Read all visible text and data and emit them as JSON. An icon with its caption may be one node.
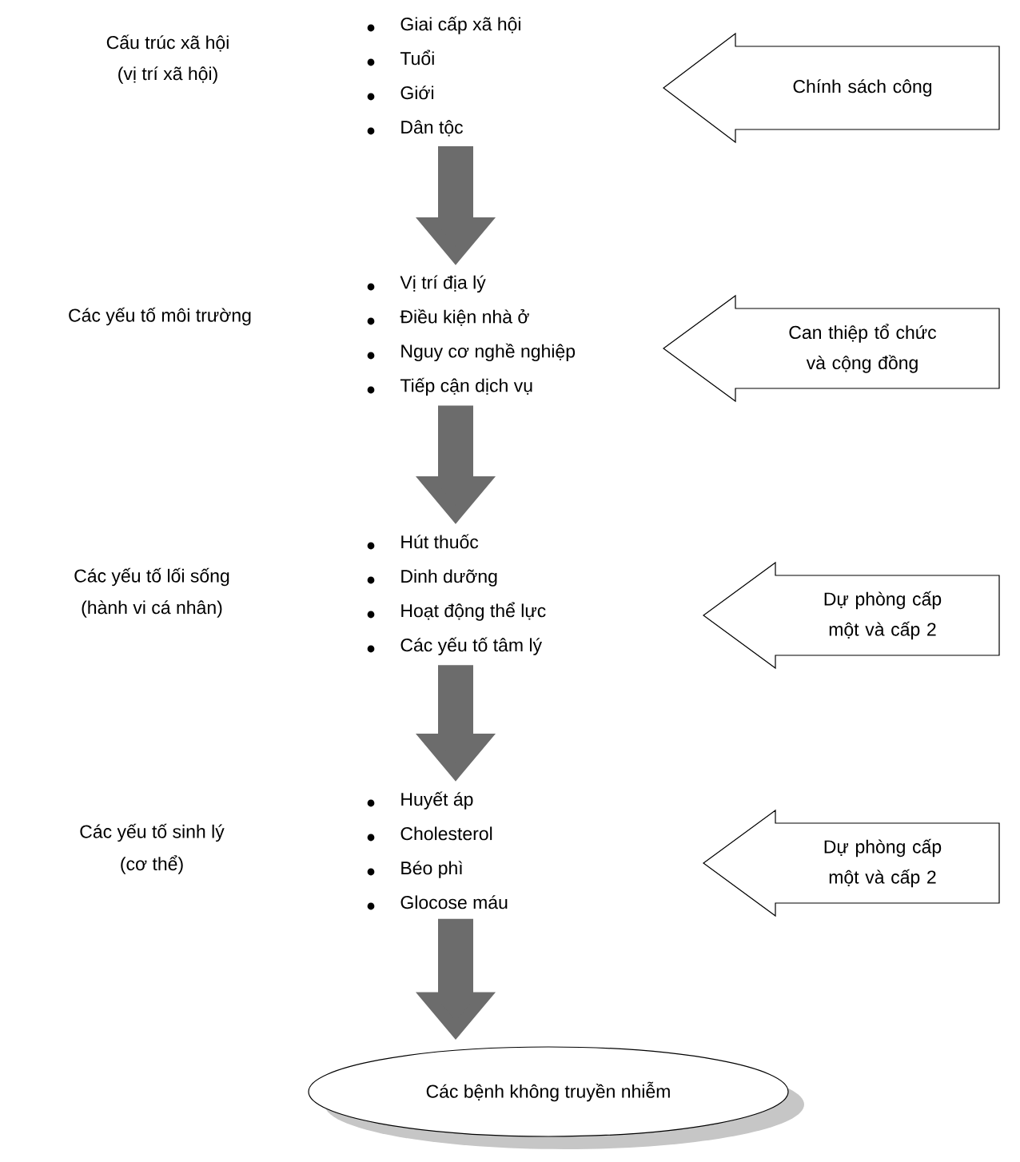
{
  "diagram": {
    "nodes": [
      {
        "text": [
          "Giai cấp xã hội",
          "Tuổi",
          "Giới",
          "Dân tộc"
        ]
      },
      {
        "text": [
          "Chính sách công"
        ]
      },
      {
        "text": [
          "Vị trí địa lý",
          "Điều kiện nhà ở",
          "Nguy cơ nghề nghiệp",
          "Tiếp cận dịch vụ"
        ]
      },
      {
        "text": [
          "Can thiệp tổ chức và cộng đồng"
        ]
      },
      {
        "text": [
          "Hút thuốc",
          "Dinh dưỡng",
          "Hoạt động thể lực",
          "Các yếu tố tâm lý"
        ]
      },
      {
        "text": [
          "Dự phòng cấp một và cấp 2"
        ]
      },
      {
        "text": [
          "Huyết áp",
          "Cholesterol",
          "Béo phì",
          "Glocose máu"
        ]
      },
      {
        "text": [
          "Dự phòng cấp một và cấp 2"
        ]
      },
      {
        "text": [
          "Các bệnh không truyền nhiễm"
        ]
      }
    ],
    "edges": [
      {
        "from": 0,
        "to": 2,
        "arrow": "to"
      },
      {
        "from": 2,
        "to": 4,
        "arrow": "to"
      },
      {
        "from": 4,
        "to": 6,
        "arrow": "to"
      },
      {
        "from": 6,
        "to": 8,
        "arrow": "to"
      }
    ],
    "labels": [
      "Cấu trúc xã hội",
      "(vị trí xã hội)",
      "Các yếu tố môi trường",
      "Các yếu tố lối sống",
      "(hành vi cá nhân)",
      "Các yếu tố sinh lý",
      "(cơ thể)"
    ]
  }
}
